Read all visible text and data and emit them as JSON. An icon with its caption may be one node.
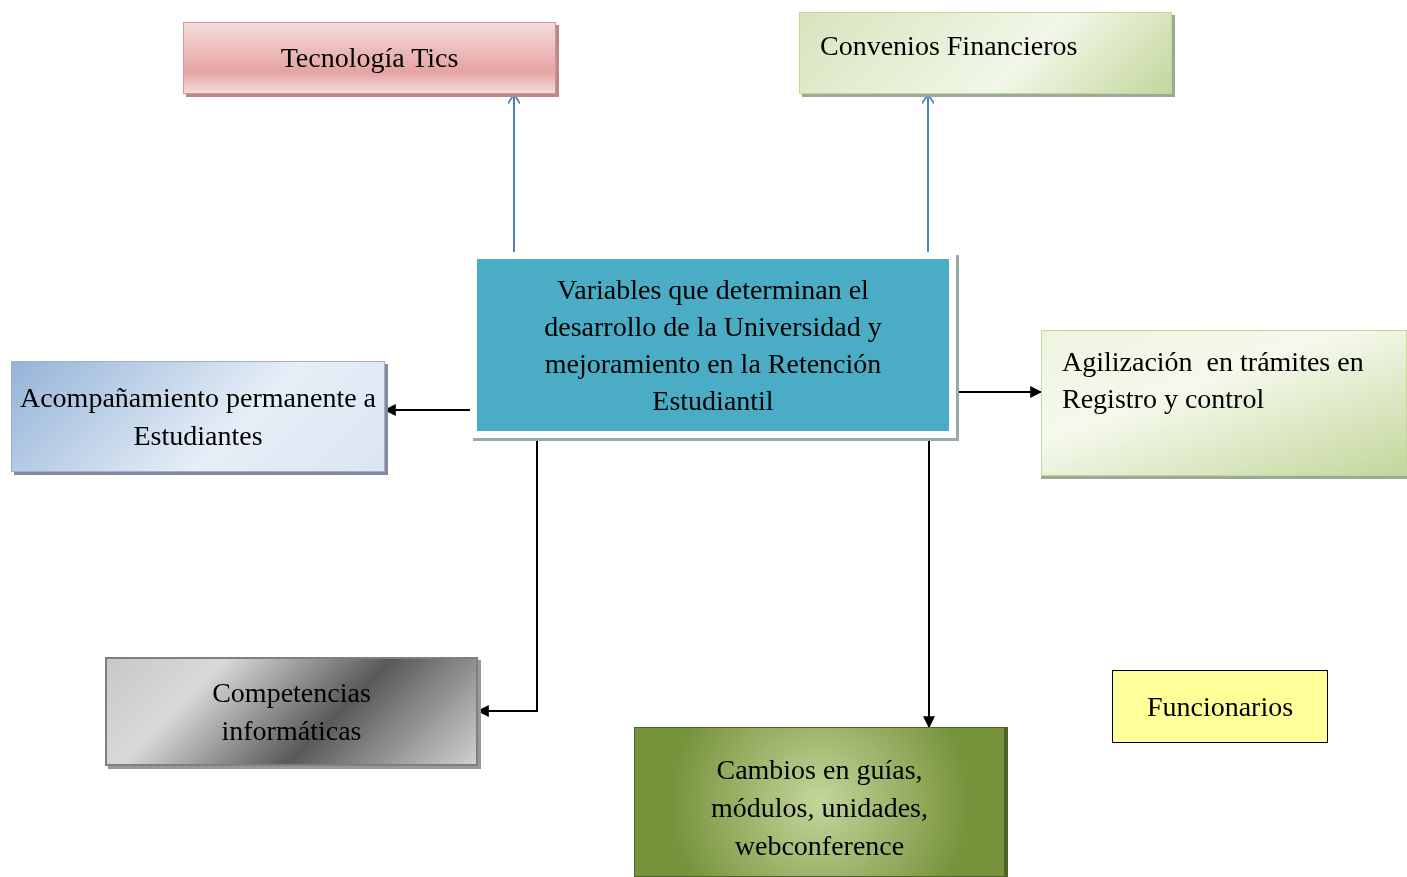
{
  "diagram": {
    "nodes": [
      {
        "text": [
          "Variables que determinan el desarrollo de la Universidad y mejoramiento en la Retención Estudiantil"
        ]
      },
      {
        "text": [
          "Tecnología Tics"
        ]
      },
      {
        "text": [
          "Convenios Financieros"
        ]
      },
      {
        "text": [
          "Acompañamiento permanente a Estudiantes"
        ]
      },
      {
        "text": [
          "Agilización  en trámites en Registro y control"
        ]
      },
      {
        "text": [
          "Competencias informáticas"
        ]
      },
      {
        "text": [
          "Cambios en guías, módulos, unidades, webconference"
        ]
      },
      {
        "text": [
          "Funcionarios"
        ]
      }
    ],
    "edges": [
      {
        "from": 0,
        "to": 1,
        "arrow": "to",
        "color": "#4f81bd"
      },
      {
        "from": 0,
        "to": 2,
        "arrow": "to",
        "color": "#4f81bd"
      },
      {
        "from": 0,
        "to": 3,
        "arrow": "to"
      },
      {
        "from": 0,
        "to": 4,
        "arrow": "to"
      },
      {
        "from": 0,
        "to": 5,
        "arrow": "to"
      },
      {
        "from": 0,
        "to": 6,
        "arrow": "to"
      }
    ]
  }
}
